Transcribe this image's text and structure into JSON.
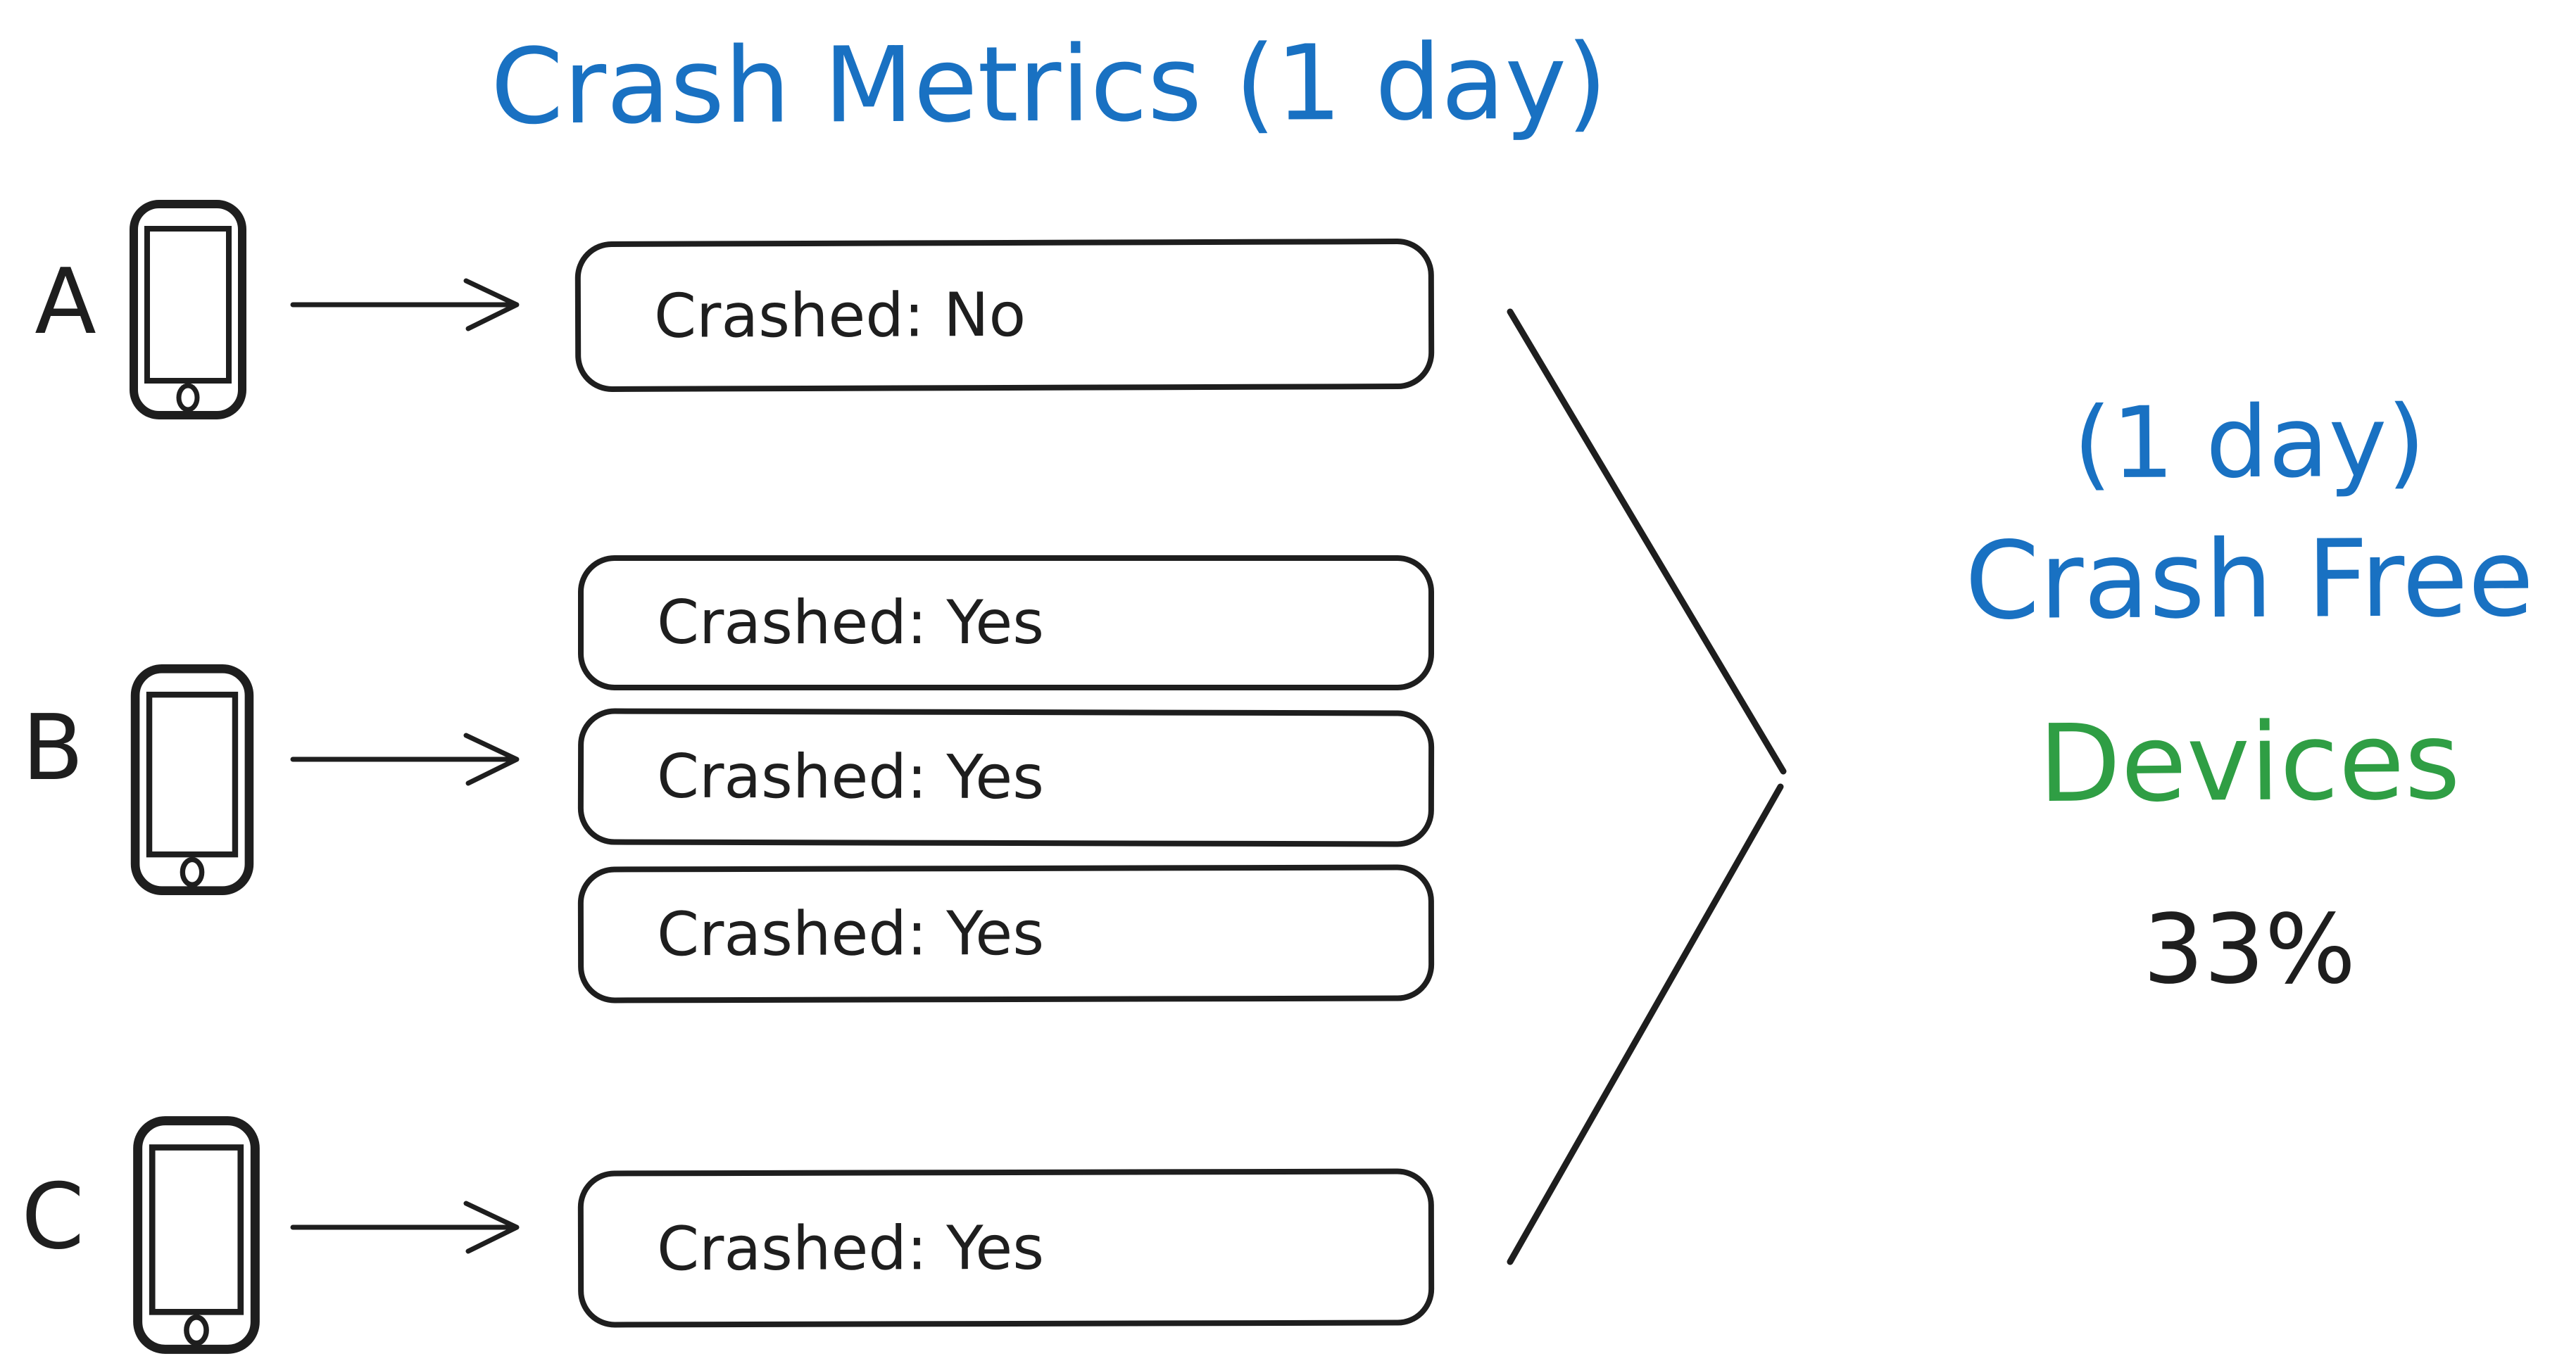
{
  "title": "Crash Metrics (1 day)",
  "devices": [
    {
      "label": "A",
      "reports": [
        "Crashed: No"
      ]
    },
    {
      "label": "B",
      "reports": [
        "Crashed: Yes",
        "Crashed: Yes",
        "Crashed: Yes"
      ]
    },
    {
      "label": "C",
      "reports": [
        "Crashed: Yes"
      ]
    }
  ],
  "result": {
    "period": "(1 day)",
    "metric_line1": "Crash Free",
    "metric_line2": "Devices",
    "value": "33%"
  },
  "colors": {
    "accent_blue": "#1971c2",
    "accent_green": "#2f9e44",
    "ink": "#1e1e1e"
  }
}
